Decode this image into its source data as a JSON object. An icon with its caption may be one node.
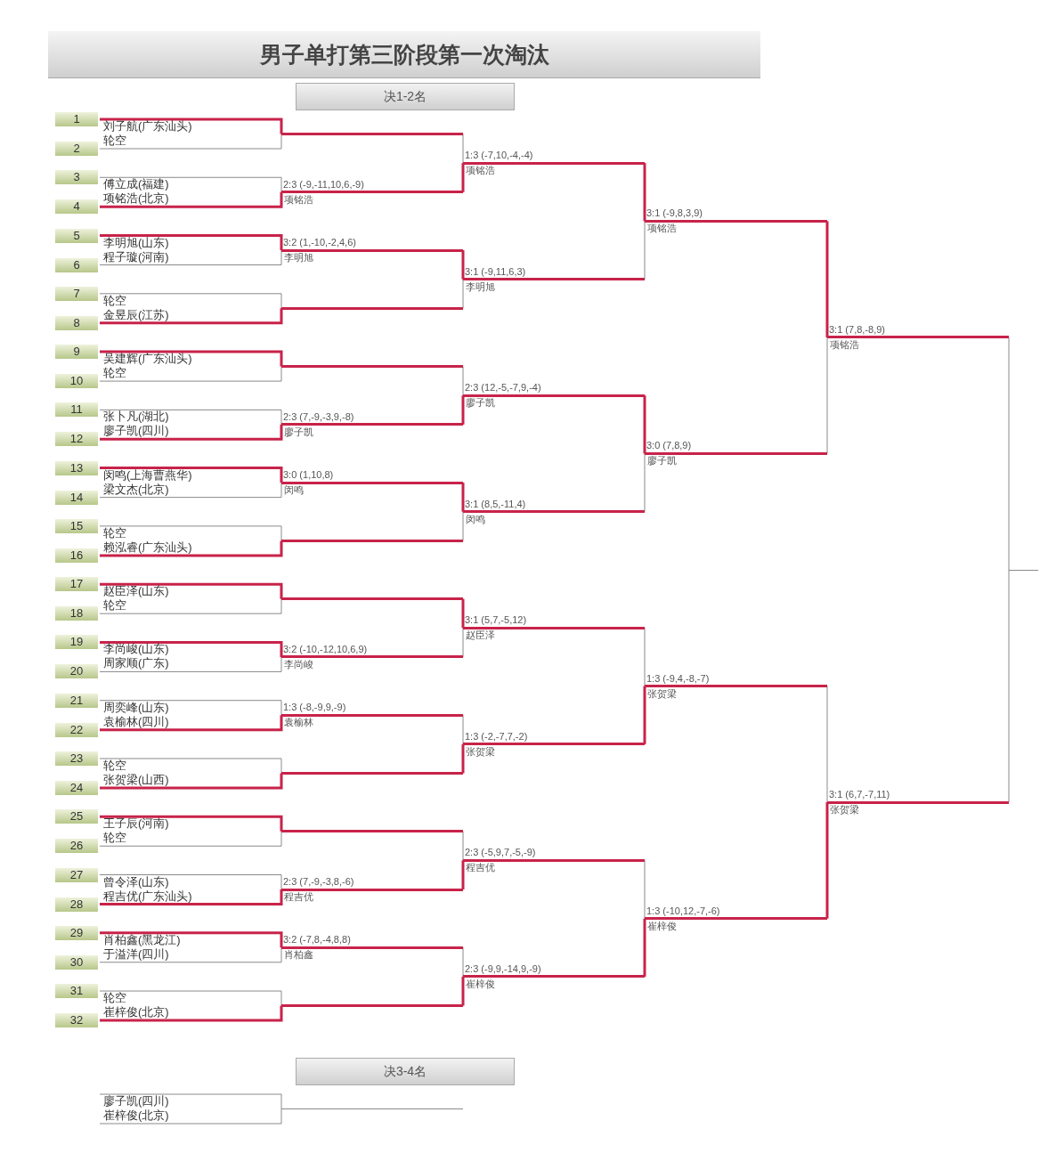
{
  "diagram": {
    "title": "男子单打第三阶段第一次淘汰",
    "nodes": [
      {
        "text": [
          "决1-2名"
        ]
      },
      {
        "text": [
          "1"
        ]
      },
      {
        "text": [
          "刘子航(广东汕头)"
        ]
      },
      {
        "text": [
          "2"
        ]
      },
      {
        "text": [
          "轮空"
        ]
      },
      {
        "text": [
          "3"
        ]
      },
      {
        "text": [
          "傅立成(福建)"
        ]
      },
      {
        "text": [
          "4"
        ]
      },
      {
        "text": [
          "项铭浩(北京)"
        ]
      },
      {
        "text": [
          "5"
        ]
      },
      {
        "text": [
          "李明旭(山东)"
        ]
      },
      {
        "text": [
          "6"
        ]
      },
      {
        "text": [
          "程子璇(河南)"
        ]
      },
      {
        "text": [
          "7"
        ]
      },
      {
        "text": [
          "轮空"
        ]
      },
      {
        "text": [
          "8"
        ]
      },
      {
        "text": [
          "金昱辰(江苏)"
        ]
      },
      {
        "text": [
          "9"
        ]
      },
      {
        "text": [
          "吴建辉(广东汕头)"
        ]
      },
      {
        "text": [
          "10"
        ]
      },
      {
        "text": [
          "轮空"
        ]
      },
      {
        "text": [
          "11"
        ]
      },
      {
        "text": [
          "张卜凡(湖北)"
        ]
      },
      {
        "text": [
          "12"
        ]
      },
      {
        "text": [
          "廖子凯(四川)"
        ]
      },
      {
        "text": [
          "13"
        ]
      },
      {
        "text": [
          "闵鸣(上海曹燕华)"
        ]
      },
      {
        "text": [
          "14"
        ]
      },
      {
        "text": [
          "梁文杰(北京)"
        ]
      },
      {
        "text": [
          "15"
        ]
      },
      {
        "text": [
          "轮空"
        ]
      },
      {
        "text": [
          "16"
        ]
      },
      {
        "text": [
          "赖泓睿(广东汕头)"
        ]
      },
      {
        "text": [
          "17"
        ]
      },
      {
        "text": [
          "赵臣泽(山东)"
        ]
      },
      {
        "text": [
          "18"
        ]
      },
      {
        "text": [
          "轮空"
        ]
      },
      {
        "text": [
          "19"
        ]
      },
      {
        "text": [
          "李尚峻(山东)"
        ]
      },
      {
        "text": [
          "20"
        ]
      },
      {
        "text": [
          "周家顺(广东)"
        ]
      },
      {
        "text": [
          "21"
        ]
      },
      {
        "text": [
          "周奕峰(山东)"
        ]
      },
      {
        "text": [
          "22"
        ]
      },
      {
        "text": [
          "袁榆林(四川)"
        ]
      },
      {
        "text": [
          "23"
        ]
      },
      {
        "text": [
          "轮空"
        ]
      },
      {
        "text": [
          "24"
        ]
      },
      {
        "text": [
          "张贺梁(山西)"
        ]
      },
      {
        "text": [
          "25"
        ]
      },
      {
        "text": [
          "王子辰(河南)"
        ]
      },
      {
        "text": [
          "26"
        ]
      },
      {
        "text": [
          "轮空"
        ]
      },
      {
        "text": [
          "27"
        ]
      },
      {
        "text": [
          "曾令泽(山东)"
        ]
      },
      {
        "text": [
          "28"
        ]
      },
      {
        "text": [
          "程吉优(广东汕头)"
        ]
      },
      {
        "text": [
          "29"
        ]
      },
      {
        "text": [
          "肖柏鑫(黑龙江)"
        ]
      },
      {
        "text": [
          "30"
        ]
      },
      {
        "text": [
          "于溢洋(四川)"
        ]
      },
      {
        "text": [
          "31"
        ]
      },
      {
        "text": [
          "轮空"
        ]
      },
      {
        "text": [
          "32"
        ]
      },
      {
        "text": [
          "崔梓俊(北京)"
        ]
      },
      {
        "text": [],
        "shape": "line"
      },
      {
        "text": [
          "2:3 (-9,-11,10,6,-9)",
          "项铭浩"
        ]
      },
      {
        "text": [
          "3:2 (1,-10,-2,4,6)",
          "李明旭"
        ]
      },
      {
        "text": [],
        "shape": "line"
      },
      {
        "text": [],
        "shape": "line"
      },
      {
        "text": [
          "2:3 (7,-9,-3,9,-8)",
          "廖子凯"
        ]
      },
      {
        "text": [
          "3:0 (1,10,8)",
          "闵鸣"
        ]
      },
      {
        "text": [],
        "shape": "line"
      },
      {
        "text": [],
        "shape": "line"
      },
      {
        "text": [
          "3:2 (-10,-12,10,6,9)",
          "李尚峻"
        ]
      },
      {
        "text": [
          "1:3 (-8,-9,9,-9)",
          "袁榆林"
        ]
      },
      {
        "text": [],
        "shape": "line"
      },
      {
        "text": [],
        "shape": "line"
      },
      {
        "text": [
          "2:3 (7,-9,-3,8,-6)",
          "程吉优"
        ]
      },
      {
        "text": [
          "3:2 (-7,8,-4,8,8)",
          "肖柏鑫"
        ]
      },
      {
        "text": [],
        "shape": "line"
      },
      {
        "text": [
          "1:3 (-7,10,-4,-4)",
          "项铭浩"
        ]
      },
      {
        "text": [
          "3:1 (-9,11,6,3)",
          "李明旭"
        ]
      },
      {
        "text": [
          "2:3 (12,-5,-7,9,-4)",
          "廖子凯"
        ]
      },
      {
        "text": [
          "3:1 (8,5,-11,4)",
          "闵鸣"
        ]
      },
      {
        "text": [
          "3:1 (5,7,-5,12)",
          "赵臣泽"
        ]
      },
      {
        "text": [
          "1:3 (-2,-7,7,-2)",
          "张贺梁"
        ]
      },
      {
        "text": [
          "2:3 (-5,9,7,-5,-9)",
          "程吉优"
        ]
      },
      {
        "text": [
          "2:3 (-9,9,-14,9,-9)",
          "崔梓俊"
        ]
      },
      {
        "text": [
          "3:1 (-9,8,3,9)",
          "项铭浩"
        ]
      },
      {
        "text": [
          "3:0 (7,8,9)",
          "廖子凯"
        ]
      },
      {
        "text": [
          "1:3 (-9,4,-8,-7)",
          "张贺梁"
        ]
      },
      {
        "text": [
          "1:3 (-10,12,-7,-6)",
          "崔梓俊"
        ]
      },
      {
        "text": [
          "3:1 (7,8,-8,9)",
          "项铭浩"
        ]
      },
      {
        "text": [
          "3:1 (6,7,-7,11)",
          "张贺梁"
        ]
      },
      {
        "text": [],
        "shape": "line"
      },
      {
        "text": [
          "决3-4名"
        ]
      },
      {
        "text": [
          "廖子凯(四川)"
        ]
      },
      {
        "text": [
          "崔梓俊(北京)"
        ]
      },
      {
        "text": [],
        "shape": "line"
      }
    ],
    "edges": [
      {
        "from": 2,
        "to": 65,
        "arrow": "none",
        "style": "thick",
        "color": "#c8234a"
      },
      {
        "from": 4,
        "to": 65,
        "arrow": "none"
      },
      {
        "from": 6,
        "to": 66,
        "arrow": "none"
      },
      {
        "from": 8,
        "to": 66,
        "arrow": "none",
        "style": "thick",
        "color": "#c8234a"
      },
      {
        "from": 10,
        "to": 67,
        "arrow": "none",
        "style": "thick",
        "color": "#c8234a"
      },
      {
        "from": 12,
        "to": 67,
        "arrow": "none"
      },
      {
        "from": 14,
        "to": 68,
        "arrow": "none"
      },
      {
        "from": 16,
        "to": 68,
        "arrow": "none",
        "style": "thick",
        "color": "#c8234a"
      },
      {
        "from": 18,
        "to": 69,
        "arrow": "none",
        "style": "thick",
        "color": "#c8234a"
      },
      {
        "from": 20,
        "to": 69,
        "arrow": "none"
      },
      {
        "from": 22,
        "to": 70,
        "arrow": "none"
      },
      {
        "from": 24,
        "to": 70,
        "arrow": "none",
        "style": "thick",
        "color": "#c8234a"
      },
      {
        "from": 26,
        "to": 71,
        "arrow": "none",
        "style": "thick",
        "color": "#c8234a"
      },
      {
        "from": 28,
        "to": 71,
        "arrow": "none"
      },
      {
        "from": 30,
        "to": 72,
        "arrow": "none"
      },
      {
        "from": 32,
        "to": 72,
        "arrow": "none",
        "style": "thick",
        "color": "#c8234a"
      },
      {
        "from": 34,
        "to": 73,
        "arrow": "none",
        "style": "thick",
        "color": "#c8234a"
      },
      {
        "from": 36,
        "to": 73,
        "arrow": "none"
      },
      {
        "from": 38,
        "to": 74,
        "arrow": "none",
        "style": "thick",
        "color": "#c8234a"
      },
      {
        "from": 40,
        "to": 74,
        "arrow": "none"
      },
      {
        "from": 42,
        "to": 75,
        "arrow": "none"
      },
      {
        "from": 44,
        "to": 75,
        "arrow": "none",
        "style": "thick",
        "color": "#c8234a"
      },
      {
        "from": 46,
        "to": 76,
        "arrow": "none"
      },
      {
        "from": 48,
        "to": 76,
        "arrow": "none",
        "style": "thick",
        "color": "#c8234a"
      },
      {
        "from": 50,
        "to": 77,
        "arrow": "none",
        "style": "thick",
        "color": "#c8234a"
      },
      {
        "from": 52,
        "to": 77,
        "arrow": "none"
      },
      {
        "from": 54,
        "to": 78,
        "arrow": "none"
      },
      {
        "from": 56,
        "to": 78,
        "arrow": "none",
        "style": "thick",
        "color": "#c8234a"
      },
      {
        "from": 58,
        "to": 79,
        "arrow": "none",
        "style": "thick",
        "color": "#c8234a"
      },
      {
        "from": 60,
        "to": 79,
        "arrow": "none"
      },
      {
        "from": 62,
        "to": 80,
        "arrow": "none"
      },
      {
        "from": 64,
        "to": 80,
        "arrow": "none",
        "style": "thick",
        "color": "#c8234a"
      },
      {
        "from": 65,
        "to": 81,
        "arrow": "none"
      },
      {
        "from": 66,
        "to": 81,
        "arrow": "none",
        "style": "thick",
        "color": "#c8234a"
      },
      {
        "from": 67,
        "to": 82,
        "arrow": "none",
        "style": "thick",
        "color": "#c8234a"
      },
      {
        "from": 68,
        "to": 82,
        "arrow": "none"
      },
      {
        "from": 69,
        "to": 83,
        "arrow": "none"
      },
      {
        "from": 70,
        "to": 83,
        "arrow": "none",
        "style": "thick",
        "color": "#c8234a"
      },
      {
        "from": 71,
        "to": 84,
        "arrow": "none",
        "style": "thick",
        "color": "#c8234a"
      },
      {
        "from": 72,
        "to": 84,
        "arrow": "none"
      },
      {
        "from": 73,
        "to": 85,
        "arrow": "none",
        "style": "thick",
        "color": "#c8234a"
      },
      {
        "from": 74,
        "to": 85,
        "arrow": "none"
      },
      {
        "from": 75,
        "to": 86,
        "arrow": "none"
      },
      {
        "from": 76,
        "to": 86,
        "arrow": "none",
        "style": "thick",
        "color": "#c8234a"
      },
      {
        "from": 77,
        "to": 87,
        "arrow": "none"
      },
      {
        "from": 78,
        "to": 87,
        "arrow": "none",
        "style": "thick",
        "color": "#c8234a"
      },
      {
        "from": 79,
        "to": 88,
        "arrow": "none"
      },
      {
        "from": 80,
        "to": 88,
        "arrow": "none",
        "style": "thick",
        "color": "#c8234a"
      },
      {
        "from": 81,
        "to": 89,
        "arrow": "none",
        "style": "thick",
        "color": "#c8234a"
      },
      {
        "from": 82,
        "to": 89,
        "arrow": "none"
      },
      {
        "from": 83,
        "to": 90,
        "arrow": "none",
        "style": "thick",
        "color": "#c8234a"
      },
      {
        "from": 84,
        "to": 90,
        "arrow": "none"
      },
      {
        "from": 85,
        "to": 91,
        "arrow": "none"
      },
      {
        "from": 86,
        "to": 91,
        "arrow": "none",
        "style": "thick",
        "color": "#c8234a"
      },
      {
        "from": 87,
        "to": 92,
        "arrow": "none"
      },
      {
        "from": 88,
        "to": 92,
        "arrow": "none",
        "style": "thick",
        "color": "#c8234a"
      },
      {
        "from": 89,
        "to": 93,
        "arrow": "none",
        "style": "thick",
        "color": "#c8234a"
      },
      {
        "from": 90,
        "to": 93,
        "arrow": "none"
      },
      {
        "from": 91,
        "to": 94,
        "arrow": "none"
      },
      {
        "from": 92,
        "to": 94,
        "arrow": "none",
        "style": "thick",
        "color": "#c8234a"
      },
      {
        "from": 93,
        "to": 95,
        "arrow": "none"
      },
      {
        "from": 94,
        "to": 95,
        "arrow": "none"
      },
      {
        "from": 97,
        "to": 99,
        "arrow": "none"
      },
      {
        "from": 98,
        "to": 99,
        "arrow": "none"
      }
    ]
  }
}
